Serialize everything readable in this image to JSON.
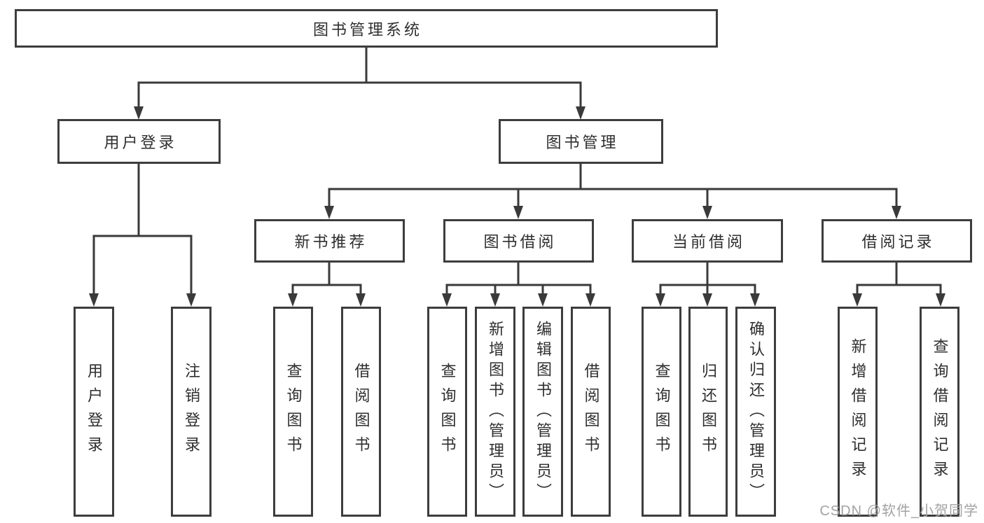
{
  "diagram": {
    "root": {
      "label": "图书管理系统",
      "children": [
        {
          "label": "用户登录",
          "children": [
            {
              "label": "用户登录"
            },
            {
              "label": "注销登录"
            }
          ]
        },
        {
          "label": "图书管理",
          "children": [
            {
              "label": "新书推荐",
              "children": [
                {
                  "label": "查询图书"
                },
                {
                  "label": "借阅图书"
                }
              ]
            },
            {
              "label": "图书借阅",
              "children": [
                {
                  "label": "查询图书"
                },
                {
                  "label": "新增图书（管理员）"
                },
                {
                  "label": "编辑图书（管理员）"
                },
                {
                  "label": "借阅图书"
                }
              ]
            },
            {
              "label": "当前借阅",
              "children": [
                {
                  "label": "查询图书"
                },
                {
                  "label": "归还图书"
                },
                {
                  "label": "确认归还（管理员）"
                }
              ]
            },
            {
              "label": "借阅记录",
              "children": [
                {
                  "label": "新增借阅记录"
                },
                {
                  "label": "查询借阅记录"
                }
              ]
            }
          ]
        }
      ]
    }
  },
  "watermark": {
    "text": "CSDN @软件_小贺同学"
  },
  "colors": {
    "line": "#3a3a3a",
    "border": "#3d3d3d",
    "text": "#2e2e2e",
    "background": "#ffffff",
    "watermark": "#a3a3a3"
  }
}
